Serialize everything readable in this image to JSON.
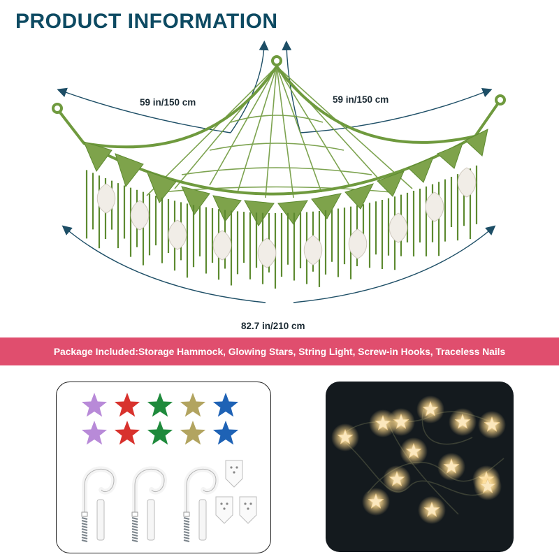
{
  "title": "PRODUCT INFORMATION",
  "dimensions": {
    "left_arc": "59 in/150 cm",
    "right_arc": "59 in/150 cm",
    "bottom_width": "82.7 in/210 cm"
  },
  "banner": {
    "text": "Package Included:Storage Hammock, Glowing Stars, String Light, Screw-in Hooks, Traceless Nails"
  },
  "colors": {
    "title": "#0d4a62",
    "banner": "#e04e6e",
    "macrame_green": "#6f9a3e",
    "arrow": "#1d4e66",
    "star_purple": "#b88ad8",
    "star_red": "#d8322d",
    "star_green": "#1f8a3c",
    "star_gold": "#b2a460",
    "star_blue": "#1e62b5",
    "light_warm": "#ffd98a"
  },
  "icons": {
    "hammock": "macrame-hammock-icon",
    "star": "glitter-star-icon",
    "hook": "screw-hook-icon",
    "nail": "traceless-nail-icon",
    "light": "star-string-light-icon"
  }
}
